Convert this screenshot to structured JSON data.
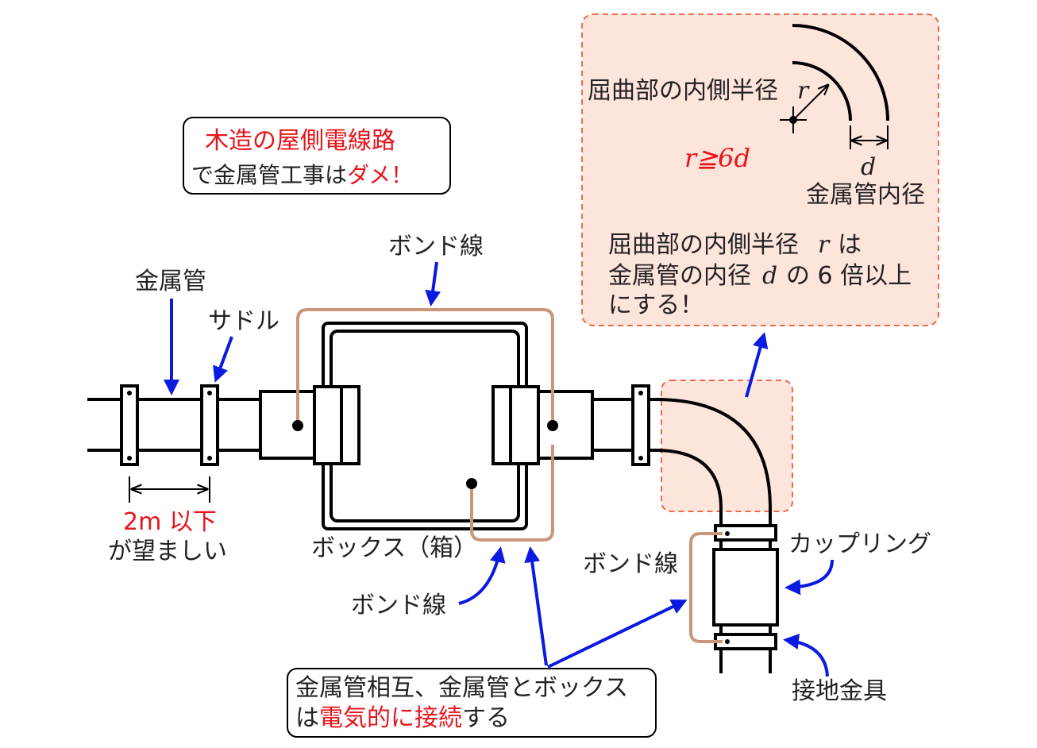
{
  "warning": {
    "line1": "木造の屋側電線路",
    "line2_prefix": "で金属管工事は",
    "line2_emph": "ダメ！"
  },
  "labels": {
    "metal_pipe": "金属管",
    "saddle": "サドル",
    "bond_wire_top": "ボンド線",
    "bond_wire_bottom": "ボンド線",
    "bond_wire_right": "ボンド線",
    "box": "ボックス（箱）",
    "coupling": "カップリング",
    "ground_fitting": "接地金具",
    "spacing_value": "2m 以下",
    "spacing_note": "が望ましい"
  },
  "bend_detail": {
    "radius_label": "屈曲部の内側半径",
    "r_symbol": "r",
    "d_symbol": "d",
    "pipe_inner_diameter": "金属管内径",
    "formula": "r≧6d",
    "rule_line1_prefix": "屈曲部の内側半径",
    "rule_line1_suffix": "は",
    "rule_line2_prefix": "金属管の内径",
    "rule_line2_suffix": "の 6 倍以上",
    "rule_line3": "にする！"
  },
  "connection_note": {
    "line1": "金属管相互、金属管とボックス",
    "line2_prefix": "は",
    "line2_emph": "電気的に接続",
    "line2_suffix": "する"
  },
  "colors": {
    "arrow": "#0a1ae0",
    "emphasis": "#e8141b",
    "bond_wire": "#c9967a",
    "highlight_fill": "#fde5dc",
    "highlight_border": "#ef6a4a"
  }
}
